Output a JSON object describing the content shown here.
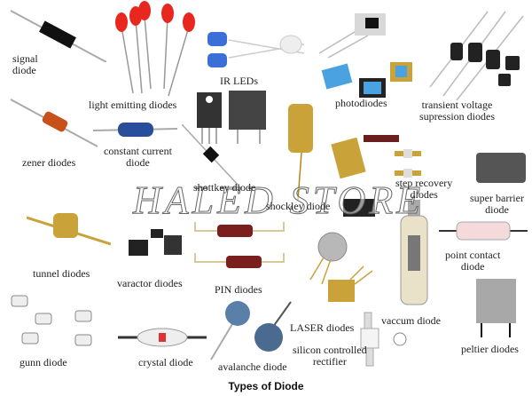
{
  "title": "Types of Diode",
  "watermark": "HALED STORE",
  "labels": {
    "signal": [
      "signal",
      "diode"
    ],
    "led": "light emitting diodes",
    "ir": "IR LEDs",
    "photo": "photodiodes",
    "tvs": [
      "transient  voltage",
      "supression diodes"
    ],
    "zener": "zener diodes",
    "ccd": [
      "constant current",
      "diode"
    ],
    "schottky": "shottkey diode",
    "shockley": "shockley diode",
    "step": [
      "step  recovery",
      "diodes"
    ],
    "superbarrier": [
      "super barrier",
      "diode"
    ],
    "tunnel": "tunnel  diodes",
    "varactor": "varactor diodes",
    "pin": "PIN diodes",
    "pointcontact": [
      "point contact",
      "diode"
    ],
    "gunn": "gunn diode",
    "crystal": "crystal diode",
    "avalanche": "avalanche diode",
    "laser": "LASER diodes",
    "scr": [
      "silicon controlled",
      "rectifier"
    ],
    "vacuum": "vaccum diode",
    "peltier": "peltier diodes"
  },
  "colors": {
    "led_red": "#e8281e",
    "ir_blue": "#3a6fd8",
    "photo_blue": "#4aa3e0",
    "zener_orange": "#c8501a",
    "ccd_blue": "#2a4f9a",
    "gold": "#c9a23a",
    "pin_red": "#7a1e1e",
    "dark": "#222222",
    "peltier_gray": "#a8a8a8"
  }
}
